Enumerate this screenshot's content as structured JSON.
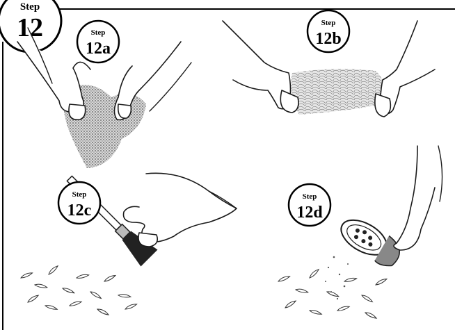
{
  "main_step": {
    "word": "Step",
    "number": "12"
  },
  "panels": [
    {
      "word": "Step",
      "number": "12a"
    },
    {
      "word": "Step",
      "number": "12b"
    },
    {
      "word": "Step",
      "number": "12c"
    },
    {
      "word": "Step",
      "number": "12d"
    }
  ],
  "colors": {
    "ink": "#1a1a1a",
    "paper": "#ffffff",
    "foam": "#6b6b6b",
    "fiber": "#9a9a9a"
  }
}
